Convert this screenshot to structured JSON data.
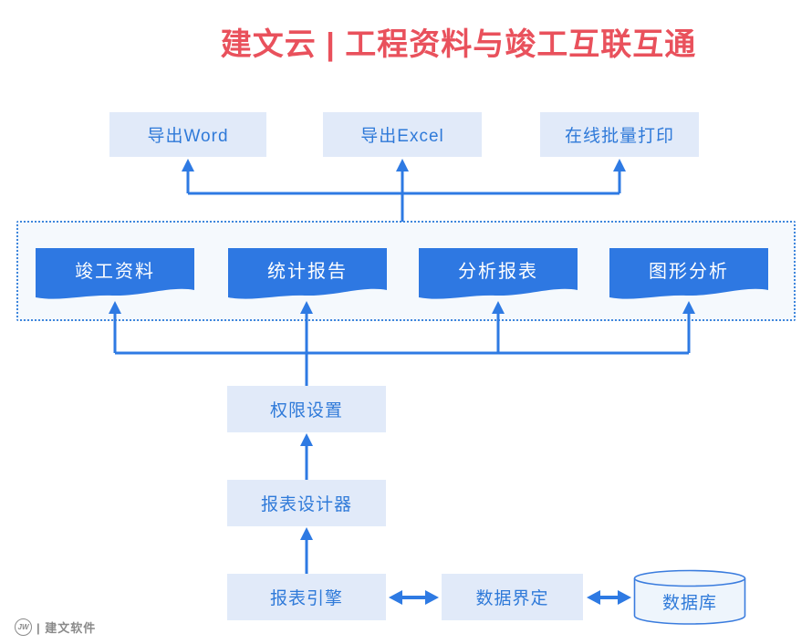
{
  "title": "建文云 | 工程资料与竣工互联互通",
  "export_row": {
    "items": [
      {
        "label": "导出Word"
      },
      {
        "label": "导出Excel"
      },
      {
        "label": "在线批量打印"
      }
    ]
  },
  "modules": {
    "items": [
      {
        "label": "竣工资料"
      },
      {
        "label": "统计报告"
      },
      {
        "label": "分析报表"
      },
      {
        "label": "图形分析"
      }
    ]
  },
  "pipeline": {
    "permission_label": "权限设置",
    "designer_label": "报表设计器",
    "engine_label": "报表引擎",
    "data_scope_label": "数据界定",
    "database_label": "数据库"
  },
  "footer": {
    "monogram": "JW",
    "brand": "| 建文软件"
  },
  "colors": {
    "title-red": "#E9515C",
    "node-fill": "#E1EAF9",
    "node-text": "#2F7AD9",
    "banner-fill": "#2E78E2",
    "banner-text": "#FFFFFF",
    "line-blue": "#2E7AE3",
    "container-fill": "#F5F9FD",
    "container-border": "#3E86DC",
    "db-fill": "#EEF5FC",
    "db-border": "#3A7CDE",
    "footer-gray": "#8A8A8A"
  }
}
